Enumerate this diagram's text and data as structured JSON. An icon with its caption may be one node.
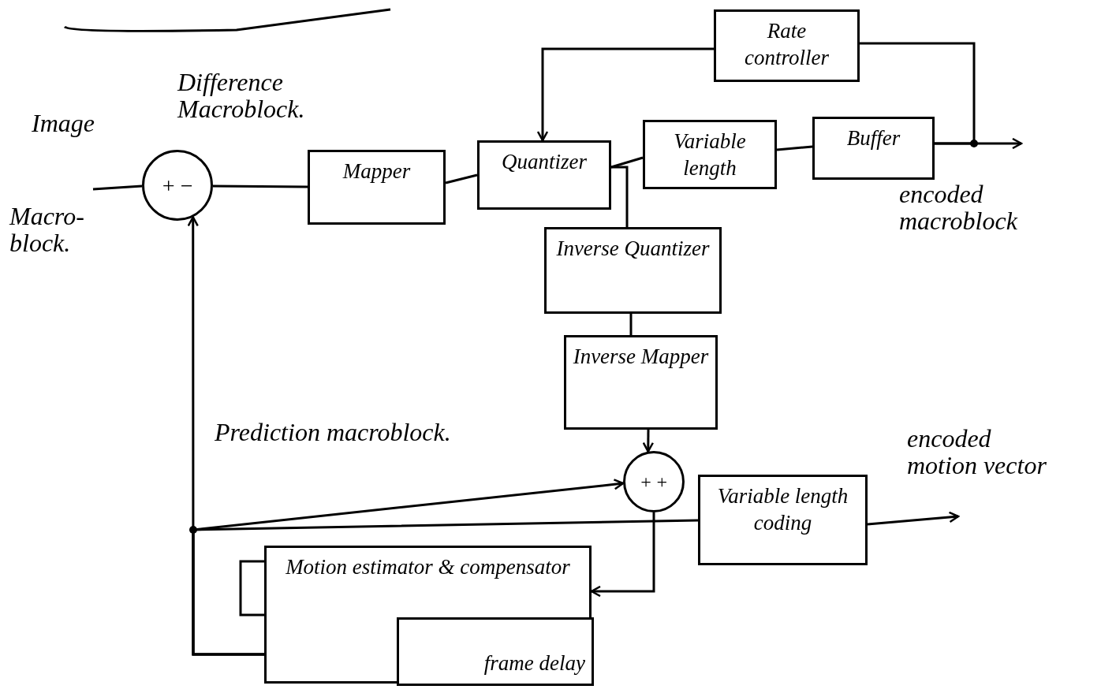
{
  "diagram": {
    "nodes": [
      {
        "text": [
          "+",
          "−"
        ]
      },
      {
        "text": [
          "Mapper"
        ]
      },
      {
        "text": [
          "Quantizer"
        ]
      },
      {
        "text": [
          "Variable length"
        ]
      },
      {
        "text": [
          "Buffer"
        ]
      },
      {
        "text": [
          "Rate controller"
        ]
      },
      {
        "text": [
          "Inverse Quantizer"
        ]
      },
      {
        "text": [
          "Inverse Mapper"
        ]
      },
      {
        "text": [
          "+",
          "+"
        ]
      },
      {
        "text": [
          "Variable length coding"
        ]
      },
      {
        "text": [
          "Motion estimator & compensator"
        ]
      },
      {
        "text": [
          "frame delay"
        ],
        "in": 10
      }
    ],
    "edges": [
      {
        "from": null,
        "to": 0,
        "arrow": "none"
      },
      {
        "from": 0,
        "to": 1,
        "arrow": "none"
      },
      {
        "from": 1,
        "to": 2,
        "arrow": "none"
      },
      {
        "from": 2,
        "to": 3,
        "arrow": "none"
      },
      {
        "from": 3,
        "to": 4,
        "arrow": "none"
      },
      {
        "from": 4,
        "to": null,
        "arrow": "to"
      },
      {
        "from": 4,
        "to": 5,
        "arrow": "none"
      },
      {
        "from": 5,
        "to": 2,
        "arrow": "to"
      },
      {
        "from": 2,
        "to": 6,
        "arrow": "none"
      },
      {
        "from": 6,
        "to": 7,
        "arrow": "none"
      },
      {
        "from": 7,
        "to": 8,
        "arrow": "to"
      },
      {
        "from": 10,
        "to": 0,
        "arrow": "to"
      },
      {
        "from": 10,
        "to": 8,
        "arrow": "to"
      },
      {
        "from": 10,
        "to": 9,
        "arrow": "none"
      },
      {
        "from": 8,
        "to": 10,
        "arrow": "to"
      },
      {
        "from": 9,
        "to": null,
        "arrow": "to"
      }
    ],
    "labels": [
      "Image",
      "Difference Macroblock.",
      "Macro-block.",
      "encoded macroblock",
      "Prediction macroblock.",
      "encoded motion vector"
    ]
  }
}
